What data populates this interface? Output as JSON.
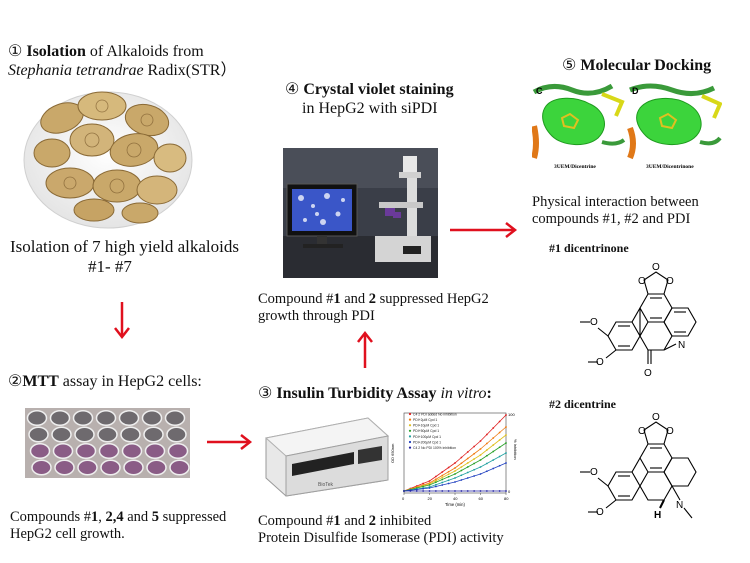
{
  "colors": {
    "arrow": "#e0101e",
    "pocket": "#3cd43c",
    "ribbon_orange": "#e07818",
    "ribbon_green": "#3a9a3a"
  },
  "step1": {
    "num": "①",
    "bold": "Isolation",
    "rest": " of Alkaloids from",
    "italic": "Stephania tetrandrae",
    "line2_rest": " Radix(STR）",
    "caption_line1": "Isolation of 7 high yield alkaloids",
    "caption_line2": "#1- #7"
  },
  "step2": {
    "num": "②",
    "bold": "MTT",
    "rest": " assay  in HepG2 cells:",
    "caption_pre": "Compounds #",
    "c1": "1",
    "sep1": ", ",
    "c2": "2,4",
    "sep2": " and ",
    "c5": "5",
    "caption_post": " suppressed",
    "caption_line2": "HepG2 cell growth."
  },
  "step3": {
    "num": "③",
    "bold": "Insulin Turbidity Assay",
    "italic": " in vitro",
    "tail": ":",
    "caption_pre": "Compound #",
    "c1": "1",
    "mid": " and ",
    "c2": "2",
    "caption_post": " inhibited",
    "caption_line2": "Protein Disulfide Isomerase (PDI) activity"
  },
  "step4": {
    "num": "④",
    "bold": "Crystal violet staining",
    "line2": "in HepG2 with siPDI",
    "caption_pre": "Compound #",
    "c1": "1",
    "mid": " and ",
    "c2": "2",
    "caption_post": " suppressed HepG2",
    "caption_line2": "growth through PDI"
  },
  "step5": {
    "num": "⑤",
    "bold": "Molecular Docking",
    "panel_c": "C",
    "panel_d": "D",
    "label_c": "3UEM/Dicentrine",
    "label_d": "3UEM/Dicentrinone",
    "caption_line1": "Physical interaction between",
    "caption_line2": "compounds #1, #2 and PDI"
  },
  "compound1": {
    "label": "#1 dicentrinone",
    "atom_n": "N",
    "atom_o": "O"
  },
  "compound2": {
    "label": "#2 dicentrine",
    "atom_n": "N",
    "atom_h": "H"
  },
  "instrument": {
    "brand": "BioTek"
  },
  "chart_data": {
    "type": "line",
    "xlabel": "Time (min)",
    "ylabel_left": "OD 650nm",
    "ylabel_right": "% Inhibition",
    "x_ticks": [
      "0",
      "20",
      "40",
      "60",
      "80"
    ],
    "y_ticks_right": [
      "0",
      "100"
    ],
    "series": [
      {
        "name": "C4 2 PDI added No inhibition",
        "color": "#e02020",
        "values": [
          0.02,
          0.12,
          0.3,
          0.52,
          0.78
        ]
      },
      {
        "name": "PDI+2μM Cpd 1",
        "color": "#f07a10",
        "values": [
          0.02,
          0.1,
          0.25,
          0.44,
          0.66
        ]
      },
      {
        "name": "PDI+10μM Cpd 1",
        "color": "#e0c020",
        "values": [
          0.02,
          0.09,
          0.22,
          0.38,
          0.58
        ]
      },
      {
        "name": "PDI+50μM Cpd 1",
        "color": "#28a028",
        "values": [
          0.02,
          0.08,
          0.19,
          0.33,
          0.5
        ]
      },
      {
        "name": "PDI+100μM Cpd 1",
        "color": "#20a0a0",
        "values": [
          0.02,
          0.06,
          0.15,
          0.26,
          0.4
        ]
      },
      {
        "name": "PDI+200μM Cpd 1",
        "color": "#2040c0",
        "values": [
          0.02,
          0.05,
          0.11,
          0.19,
          0.3
        ]
      },
      {
        "name": "C4 2 No PDI 100% inhibition",
        "color": "#2020a0",
        "values": [
          0.02,
          0.02,
          0.02,
          0.02,
          0.02
        ]
      }
    ],
    "x": [
      0,
      20,
      40,
      60,
      80
    ]
  }
}
